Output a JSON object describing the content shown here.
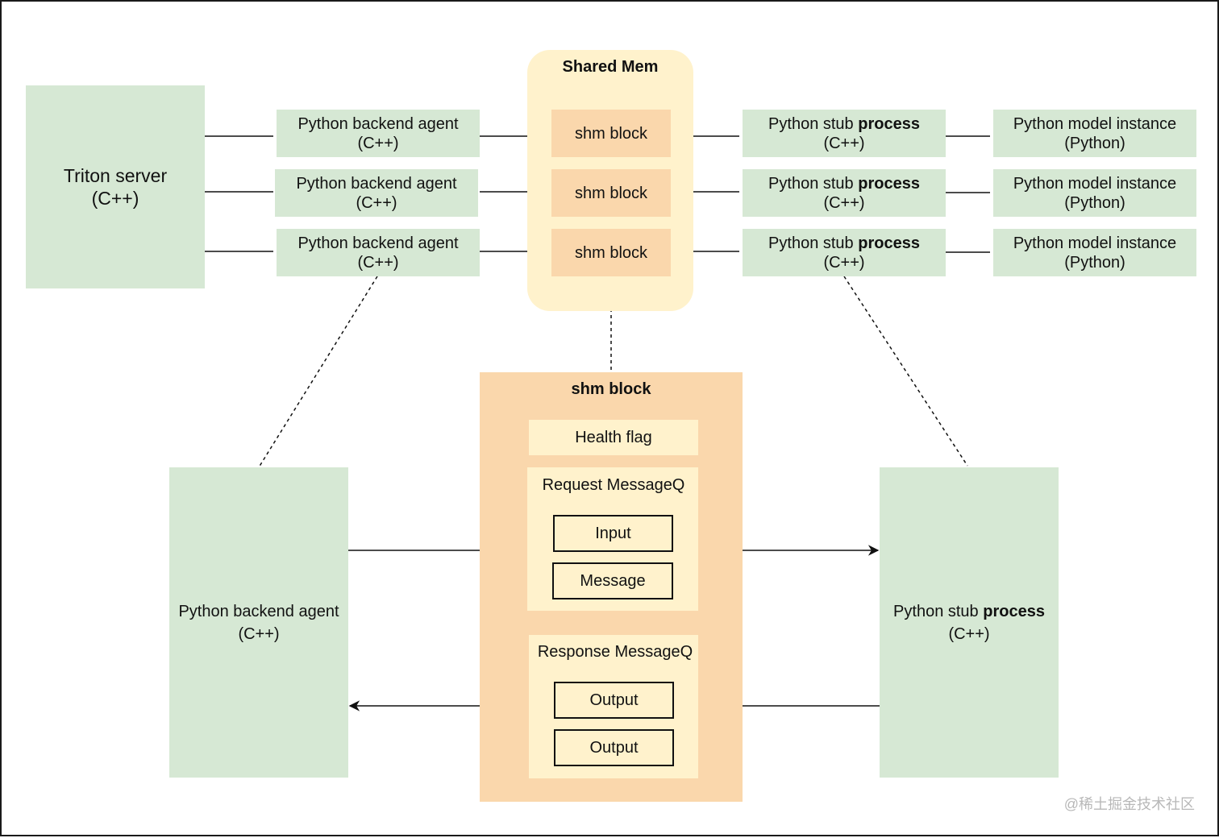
{
  "triton": {
    "line1": "Triton server",
    "line2": "(C++)"
  },
  "shared_mem": {
    "title": "Shared Mem",
    "blocks": [
      "shm block",
      "shm block",
      "shm block"
    ]
  },
  "agents": [
    {
      "line1": "Python backend agent",
      "line2": "(C++)"
    },
    {
      "line1": "Python backend agent",
      "line2": "(C++)"
    },
    {
      "line1": "Python backend agent",
      "line2": "(C++)"
    }
  ],
  "stubs": [
    {
      "prefix": "Python stub ",
      "bold": "process",
      "line2": "(C++)"
    },
    {
      "prefix": "Python stub ",
      "bold": "process",
      "line2": "(C++)"
    },
    {
      "prefix": "Python stub ",
      "bold": "process",
      "line2": "(C++)"
    }
  ],
  "models": [
    {
      "line1": "Python model instance",
      "line2": "(Python)"
    },
    {
      "line1": "Python model instance",
      "line2": "(Python)"
    },
    {
      "line1": "Python model instance",
      "line2": "(Python)"
    }
  ],
  "detail": {
    "title": "shm block",
    "health_flag": "Health flag",
    "request_queue": {
      "title": "Request MessageQ",
      "items": [
        "Input",
        "Message"
      ]
    },
    "response_queue": {
      "title": "Response MessageQ",
      "items": [
        "Output",
        "Output"
      ]
    }
  },
  "big_agent": {
    "line1": "Python backend agent",
    "line2": "(C++)"
  },
  "big_stub": {
    "prefix": "Python stub ",
    "bold": "process",
    "line2": "(C++)"
  },
  "watermark": "@稀土掘金技术社区",
  "colors": {
    "green": "#d6e8d4",
    "shm_block": "#fad7ac",
    "shared_mem": "#fff2cc",
    "line": "#111111"
  }
}
